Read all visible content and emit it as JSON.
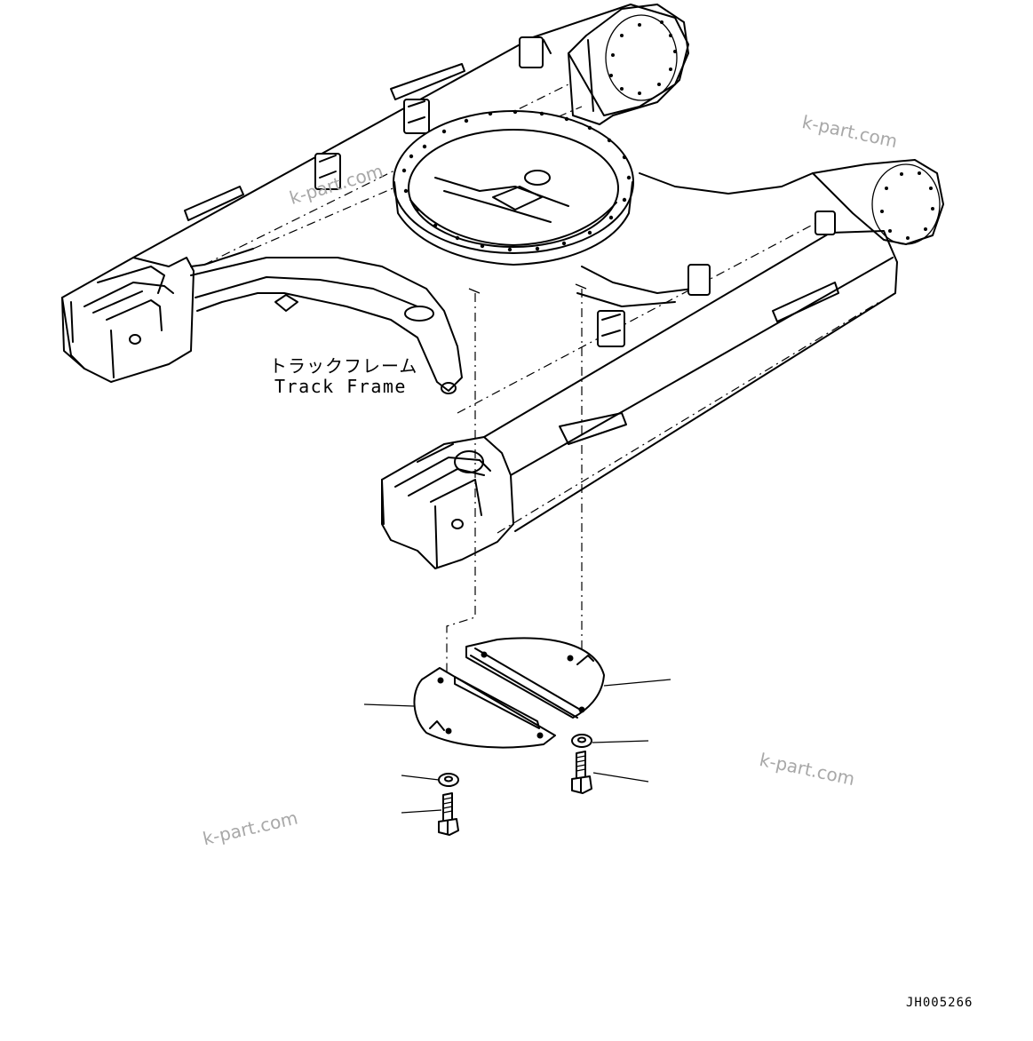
{
  "diagram": {
    "label_jp": "トラックフレーム",
    "label_en": "Track Frame",
    "drawing_code": "JH005266",
    "watermarks": [
      "k-part.com",
      "k-part.com",
      "k-part.com",
      "k-part.com"
    ]
  }
}
